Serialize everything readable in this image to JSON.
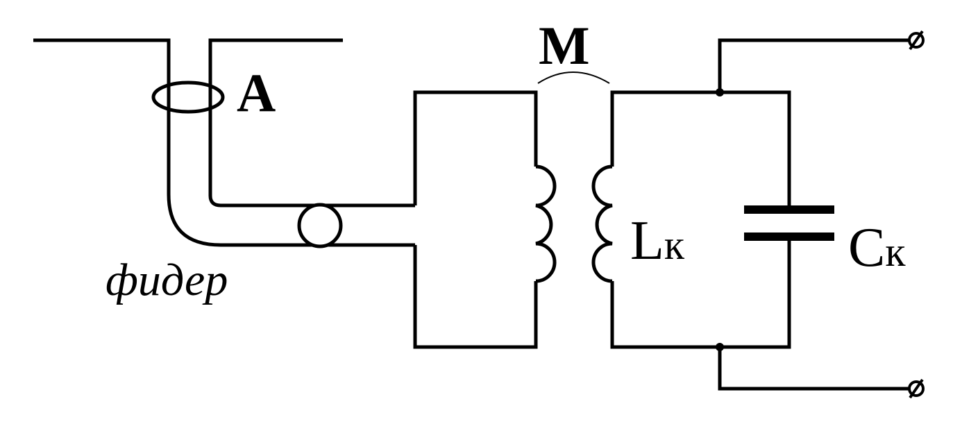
{
  "labels": {
    "antenna": "A",
    "mutual": "M",
    "inductor": "L",
    "inductor_sub": "к",
    "capacitor": "C",
    "capacitor_sub": "к",
    "feeder": "фидер"
  },
  "colors": {
    "line": "#000000",
    "background": "#ffffff"
  }
}
